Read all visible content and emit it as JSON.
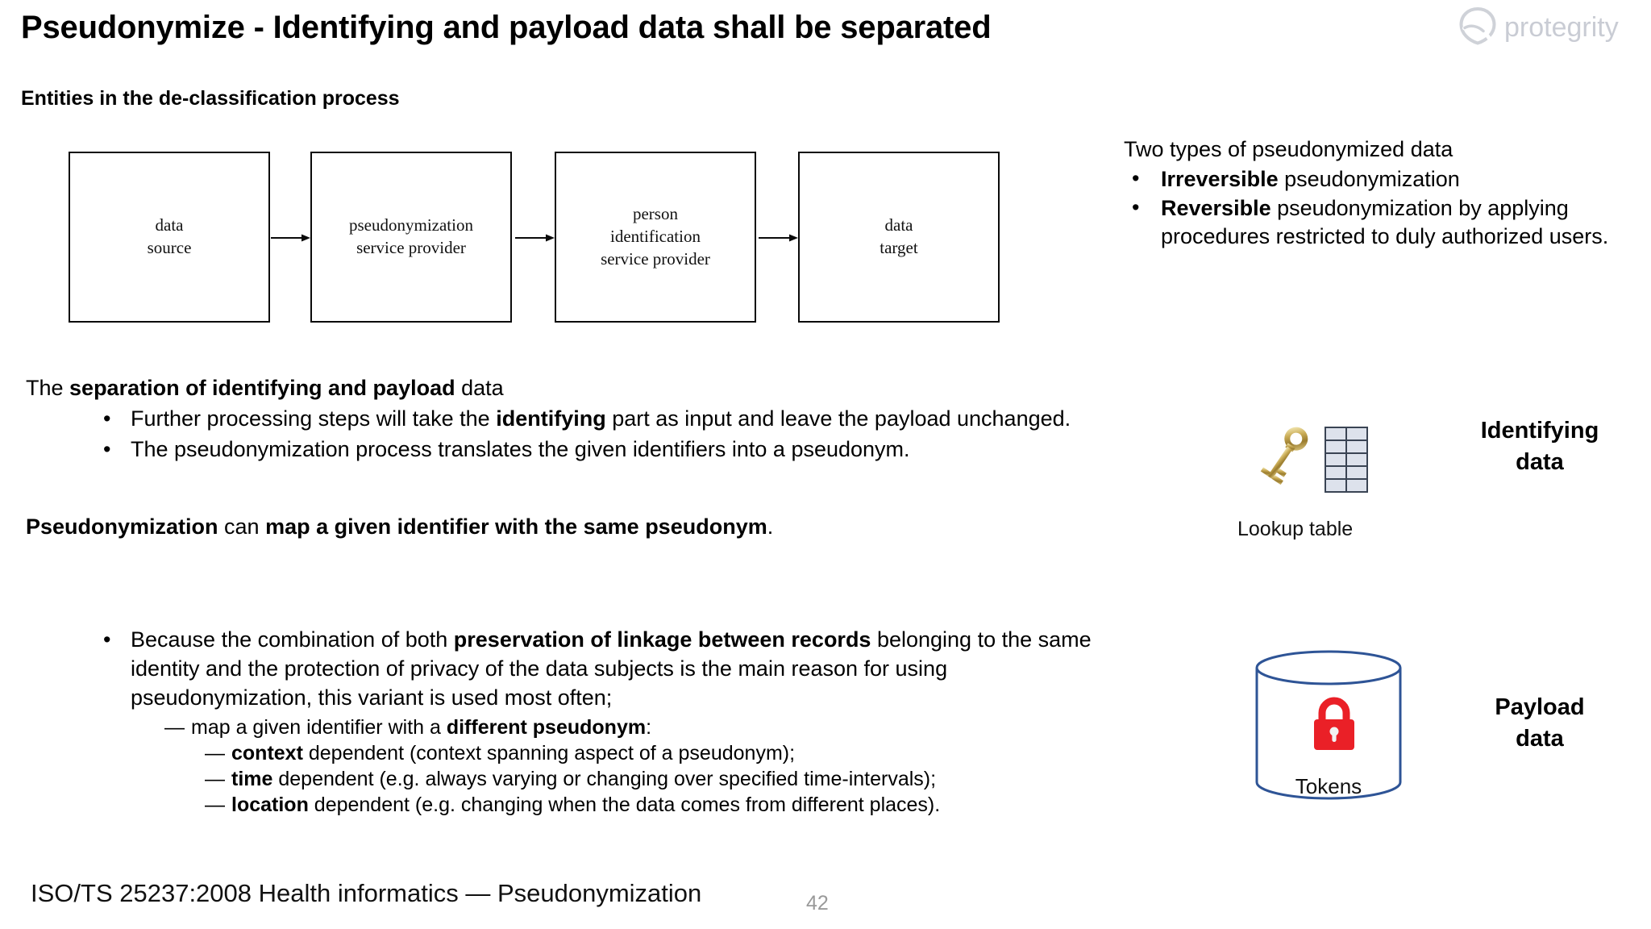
{
  "brand": {
    "name": "protegrity",
    "logo_color": "#c9ccd4"
  },
  "header": {
    "title": "Pseudonymize - Identifying and payload data shall be separated",
    "subtitle": "Entities in the de-classification process"
  },
  "process_flow": {
    "boxes": [
      {
        "line1": "data",
        "line2": "source"
      },
      {
        "line1": "pseudonymization",
        "line2": "service provider"
      },
      {
        "line1": "person",
        "line2": "identification",
        "line3": "service provider"
      },
      {
        "line1": "data",
        "line2": "target"
      }
    ],
    "arrow_count": 3
  },
  "pseudonymized_types": {
    "lead": "Two types of pseudonymized data",
    "bullet_glyph": "•",
    "items": [
      {
        "bold": "Irreversible",
        "rest": " pseudonymization"
      },
      {
        "bold": "Reversible",
        "rest": " pseudonymization by applying procedures restricted to duly authorized users."
      }
    ]
  },
  "body": {
    "separation_lead_pre": "The ",
    "separation_lead_bold": "separation of identifying and payload",
    "separation_lead_post": " data",
    "bullet_glyph": "•",
    "separation_items": [
      {
        "pre": "Further processing steps will take the ",
        "bold": "identifying",
        "post": " part as input and leave the payload unchanged."
      },
      {
        "pre": "The pseudonymization process translates the given identifiers into a pseudonym.",
        "bold": "",
        "post": ""
      }
    ],
    "statement": {
      "bold1": "Pseudonymization",
      "mid": " can ",
      "bold2": "map a given identifier with the same pseudonym",
      "end": "."
    },
    "reason": {
      "pre": "Because the combination of both ",
      "bold": "preservation of linkage between records",
      "post": " belonging to the same identity and the protection of privacy of the data subjects is the main reason for using pseudonymization, this variant is used most often;"
    },
    "dash_glyph": "—",
    "map_line": {
      "pre": "map a given identifier with a ",
      "bold": "different pseudonym",
      "post": ":"
    },
    "dependencies": [
      {
        "bold": "context",
        "rest": " dependent (context spanning aspect of a pseudonym);"
      },
      {
        "bold": "time",
        "rest": " dependent (e.g. always varying or changing over specified time-intervals);"
      },
      {
        "bold": "location",
        "rest": " dependent (e.g. changing when the data comes from different places)."
      }
    ]
  },
  "footer": {
    "citation": "ISO/TS 25237:2008 Health informatics — Pseudonymization",
    "page_number": "42",
    "page_number_color": "#9a9a9a"
  },
  "right_column": {
    "identifying": {
      "key_icon": "key-icon",
      "table_icon": "lookup-table-icon",
      "table_columns": 2,
      "table_rows": 5,
      "table_cell_color": "#dde2ec",
      "table_border_color": "#3a4454",
      "caption": "Lookup table",
      "label_line1": "Identifying",
      "label_line2": "data"
    },
    "payload": {
      "cylinder_icon": "database-cylinder-icon",
      "cylinder_color": "#2e5496",
      "lock_icon": "lock-icon",
      "lock_color": "#ea2027",
      "caption": "Tokens",
      "label_line1": "Payload",
      "label_line2": "data"
    }
  }
}
